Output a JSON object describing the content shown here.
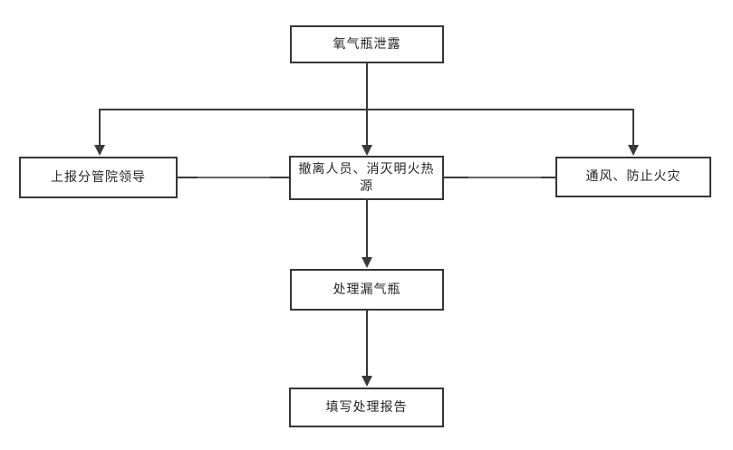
{
  "colors": {
    "box_border": "#363636",
    "connector_dark": "#3a3a3a",
    "connector_gray": "#666666",
    "arrow_fill": "#3a3a3a",
    "background": "#ffffff",
    "text": "#252525"
  },
  "nodes": [
    {
      "id": "leak",
      "label": "氧气瓶泄露"
    },
    {
      "id": "report",
      "label": "上报分管院领导"
    },
    {
      "id": "evacuate",
      "label": "撤离人员、消灭明火热源"
    },
    {
      "id": "ventilate",
      "label": "通风、防止火灾"
    },
    {
      "id": "handle",
      "label": "处理漏气瓶"
    },
    {
      "id": "fill_report",
      "label": "填写处理报告"
    }
  ],
  "edges": [
    {
      "from": "leak",
      "to": "report",
      "arrow": "true"
    },
    {
      "from": "leak",
      "to": "evacuate",
      "arrow": "true"
    },
    {
      "from": "leak",
      "to": "ventilate",
      "arrow": "true"
    },
    {
      "from": "report",
      "to": "evacuate",
      "arrow": "false"
    },
    {
      "from": "evacuate",
      "to": "ventilate",
      "arrow": "false"
    },
    {
      "from": "evacuate",
      "to": "handle",
      "arrow": "true"
    },
    {
      "from": "handle",
      "to": "fill_report",
      "arrow": "true"
    }
  ]
}
